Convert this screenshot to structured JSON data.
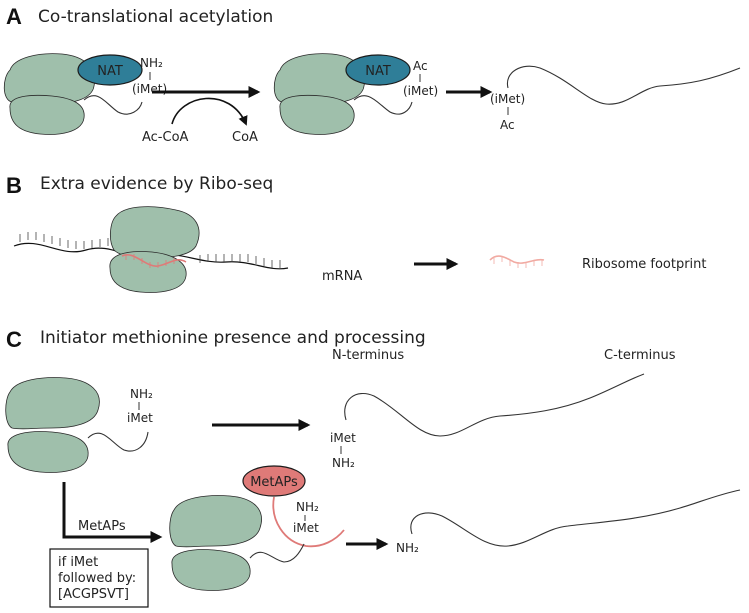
{
  "colors": {
    "ribosome": "#9fbfab",
    "nat": "#2f7e98",
    "metaps": "#df7a78",
    "footprint": "#f1aaa2",
    "arrow": "#111111"
  },
  "panels": {
    "a": {
      "letter": "A",
      "title": "Co-translational acetylation",
      "nat_label": "NAT",
      "nh2_label": "NH₂",
      "imet_label": "(iMet)",
      "ac_coa_label": "Ac-CoA",
      "coa_label": "CoA",
      "ac_label": "Ac",
      "imet_product_label": "(iMet)",
      "ac_product_label": "Ac"
    },
    "b": {
      "letter": "B",
      "title": "Extra evidence by Ribo-seq",
      "mrna_label": "mRNA",
      "footprint_label": "Ribosome footprint"
    },
    "c": {
      "letter": "C",
      "title": "Initiator methionine presence and processing",
      "n_terminus_label": "N-terminus",
      "c_terminus_label": "C-terminus",
      "nh2_label": "NH₂",
      "imet_label": "iMet",
      "product_imet_label": "iMet",
      "product_nh2_label": "NH₂",
      "metaps_arrow_label": "MetAPs",
      "condition_line1": "if iMet",
      "condition_line2": "followed by:",
      "condition_line3": "[ACGPSVT]",
      "metaps_enzyme_label": "MetAPs",
      "enzyme_nh2_label": "NH₂",
      "enzyme_imet_label": "iMet",
      "final_nh2_label": "NH₂"
    }
  }
}
